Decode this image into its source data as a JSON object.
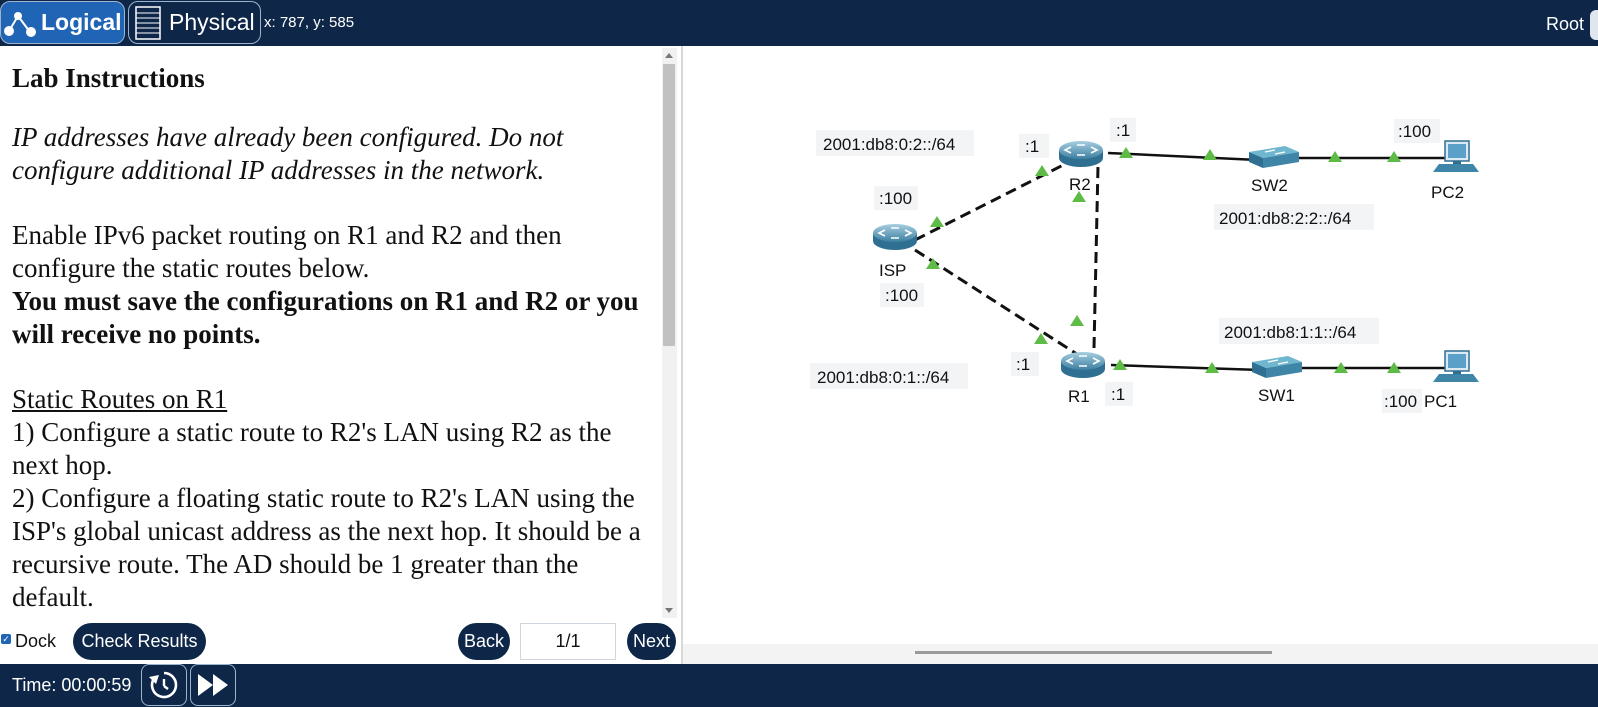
{
  "toolbar": {
    "logical_label": "Logical",
    "physical_label": "Physical",
    "coords": "x: 787, y: 585",
    "root_label": "Root"
  },
  "instructions": {
    "title": "Lab Instructions",
    "italic_note": "IP addresses have already been configured. Do not configure additional IP addresses in the network.",
    "enable_text": "Enable IPv6 packet routing on R1 and R2 and then configure the static routes below.",
    "warning": "You must save the configurations on R1 and R2 or you will receive no points.",
    "section_heading": "Static Routes on R1",
    "step1": "1) Configure a static route to R2's LAN using R2 as the next hop.",
    "step2": "2) Configure a floating static route to R2's LAN using the ISP's global unicast address as the next hop. It should be a recursive route. The AD should be 1 greater than the default."
  },
  "controls": {
    "dock_label": "Dock",
    "check_results": "Check Results",
    "back": "Back",
    "page": "1/1",
    "next": "Next"
  },
  "status": {
    "timer": "Time: 00:00:59"
  },
  "topology": {
    "devices": {
      "isp": "ISP",
      "r1": "R1",
      "r2": "R2",
      "sw1": "SW1",
      "sw2": "SW2",
      "pc1": "PC1",
      "pc2": "PC2"
    },
    "network_labels": {
      "isp_r2": "2001:db8:0:2::/64",
      "isp_r1": "2001:db8:0:1::/64",
      "r2_lan": "2001:db8:2:2::/64",
      "r1_lan": "2001:db8:1:1::/64"
    },
    "interface_labels": {
      "isp_top": ":100",
      "isp_bottom": ":100",
      "r2_wan": ":1",
      "r2_lan": ":1",
      "r1_wan": ":1",
      "r1_lan": ":1",
      "pc2": ":100",
      "pc1": ":100"
    }
  },
  "colors": {
    "navy": "#0e2748",
    "blue": "#1f64b5",
    "link_up": "#5dbb46"
  }
}
